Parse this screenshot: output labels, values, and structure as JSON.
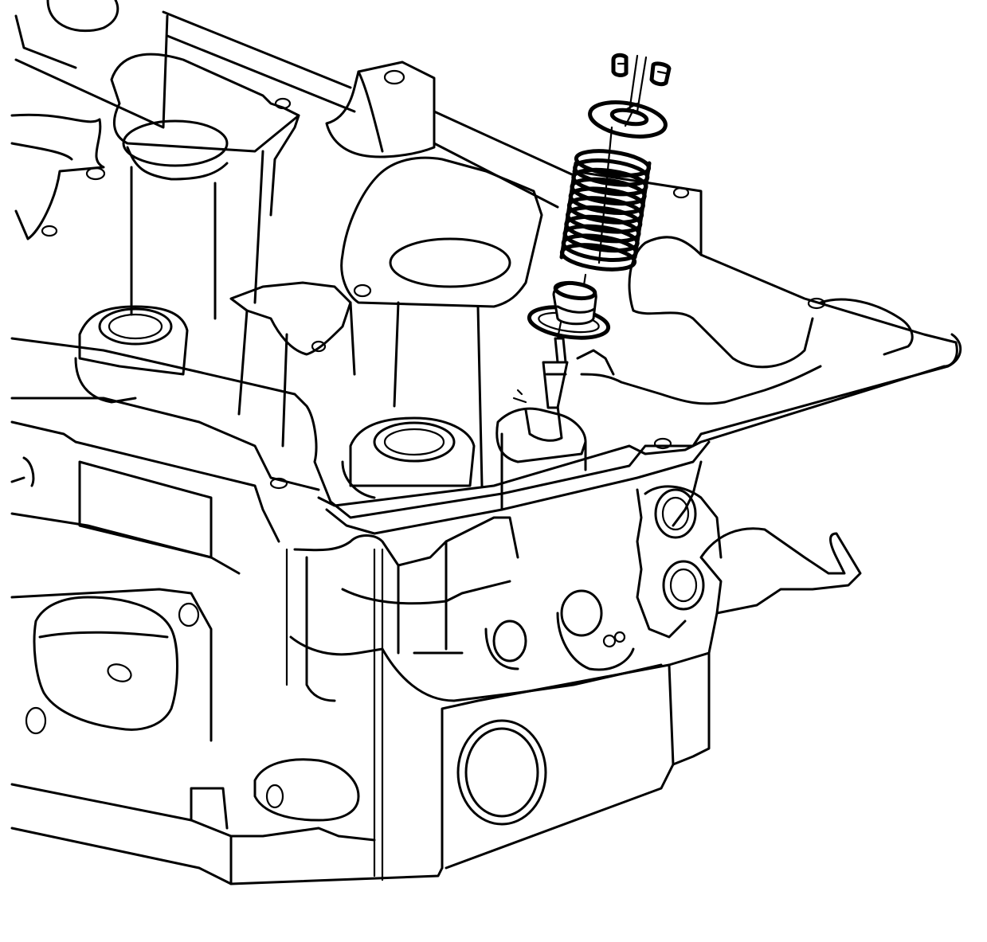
{
  "figure": {
    "subject": "cylinder-head-valve-assembly",
    "background": "#ffffff",
    "line_color": "#000000",
    "components": [
      "valve-keepers",
      "valve-spring-retainer",
      "valve-spring",
      "valve-stem-seal",
      "valve-spring-seat",
      "valve-stem",
      "cylinder-head"
    ]
  }
}
